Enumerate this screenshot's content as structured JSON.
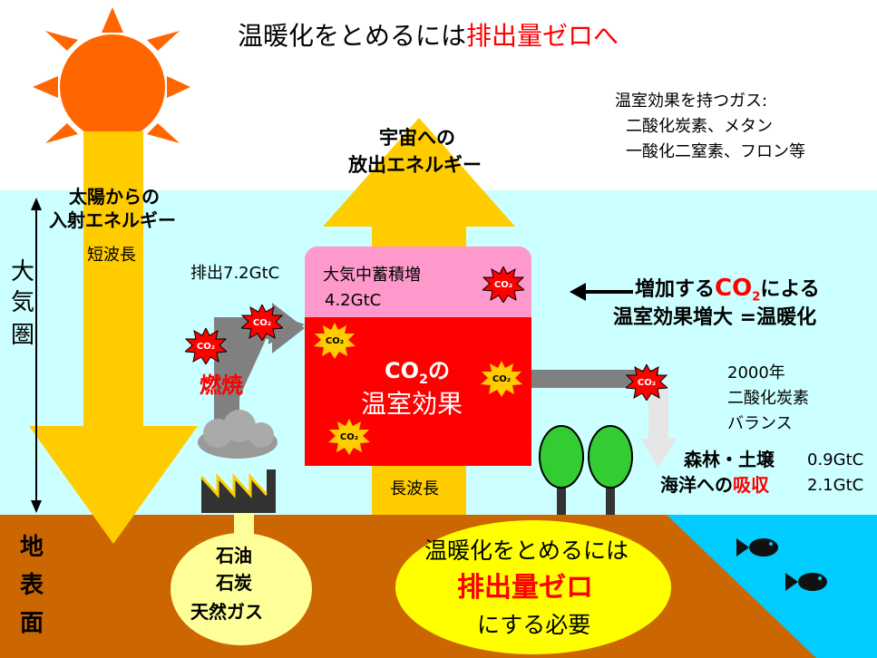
{
  "title": {
    "prefix": "温暖化をとめるには",
    "emphasis": "排出量ゼロへ"
  },
  "ghg_info": {
    "heading": "温室効果を持つガス:",
    "line1": "二酸化炭素、メタン",
    "line2": "一酸化二窒素、フロン等"
  },
  "labels": {
    "space_emission_line1": "宇宙への",
    "space_emission_line2": "放出エネルギー",
    "solar_incoming_line1": "太陽からの",
    "solar_incoming_line2": "入射エネルギー",
    "short_wave": "短波長",
    "long_wave": "長波長",
    "atmosphere": [
      "大",
      "気",
      "圏"
    ],
    "ground": [
      "地",
      "表",
      "面"
    ],
    "emission": "排出7.2GtC",
    "combustion": "燃焼",
    "atmos_accum_line1": "大気中蓄積増",
    "atmos_accum_line2": "4.2GtC",
    "greenhouse_co2_pre": "CO",
    "greenhouse_co2_sub": "2",
    "greenhouse_co2_post": "の",
    "greenhouse_effect": "温室効果",
    "increase_pre": "増加する",
    "increase_co2": "CO",
    "increase_co2_sub": "2",
    "increase_post": "による",
    "warming_line": "温室効果増大 =温暖化",
    "balance_year": "2000年",
    "balance_gas": "二酸化炭素",
    "balance_word": "バランス",
    "forest_soil": "森林・土壌",
    "forest_value": "0.9GtC",
    "ocean_pre": "海洋への",
    "ocean_absorb": "吸収",
    "ocean_value": "2.1GtC",
    "fossil": [
      "石油",
      "石炭",
      "天然ガス"
    ],
    "bottom_line1": "温暖化をとめるには",
    "bottom_line2": "排出量ゼロ",
    "bottom_line3": "にする必要"
  },
  "badge_text": "CO₂",
  "colors": {
    "sky": "#ccffff",
    "ground": "#cc6600",
    "sea": "#00ccff",
    "sun": "#ff6600",
    "arrow": "#ffcc00",
    "greenhouse": "#ff0000",
    "accum": "#ff99cc",
    "fossil_oval": "#ffff99",
    "bottom_oval": "#ffff00",
    "tree": "#33cc33",
    "emphasis": "#ff0000"
  },
  "icons": [
    "sun-icon",
    "factory-icon",
    "smoke-cloud-icon",
    "tree-icon",
    "fish-icon"
  ]
}
